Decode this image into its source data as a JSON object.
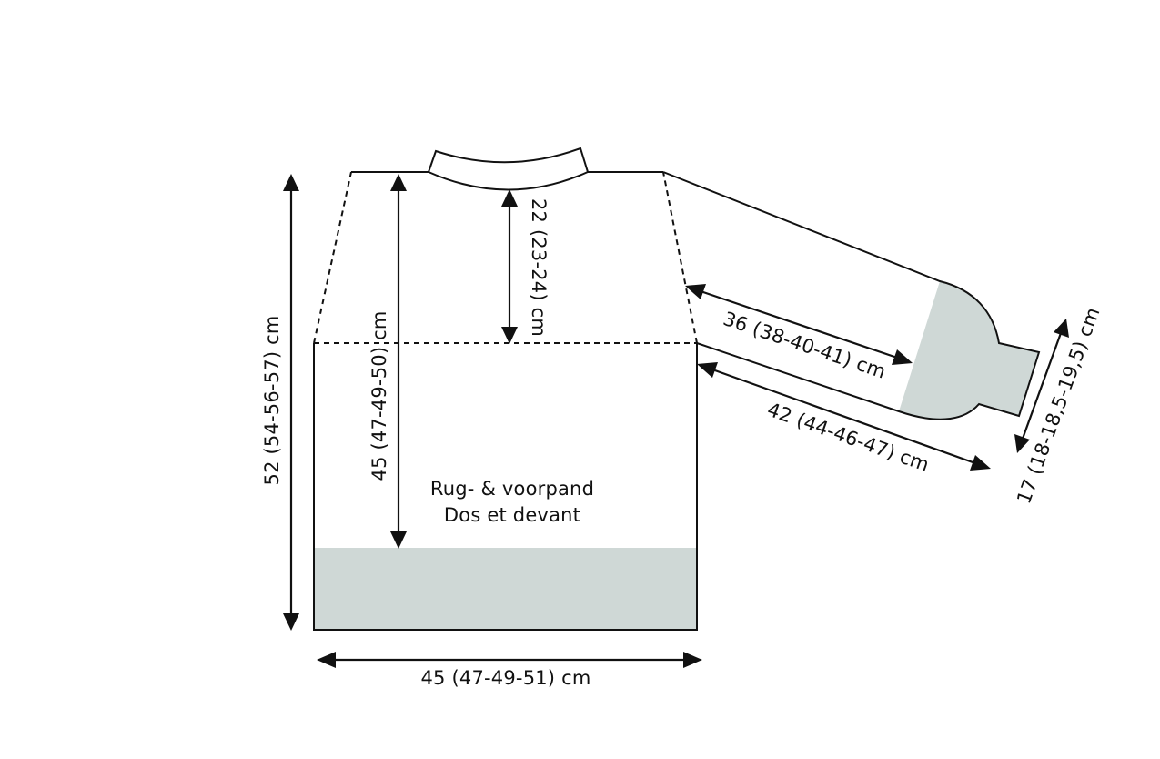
{
  "colors": {
    "line": "#111111",
    "rib_fill": "#cfd8d6",
    "background": "#ffffff"
  },
  "pieces": {
    "body_label_nl": "Rug- & voorpand",
    "body_label_fr": "Dos et devant"
  },
  "measurements": {
    "total_length": "52 (54-56-57) cm",
    "body_length": "45 (47-49-50) cm",
    "armhole_depth": "22 (23-24) cm",
    "width": "45 (47-49-51) cm",
    "sleeve_top": "36 (38-40-41) cm",
    "sleeve_length": "42 (44-46-47) cm",
    "cuff_width": "17 (18-18,5-19,5) cm"
  }
}
